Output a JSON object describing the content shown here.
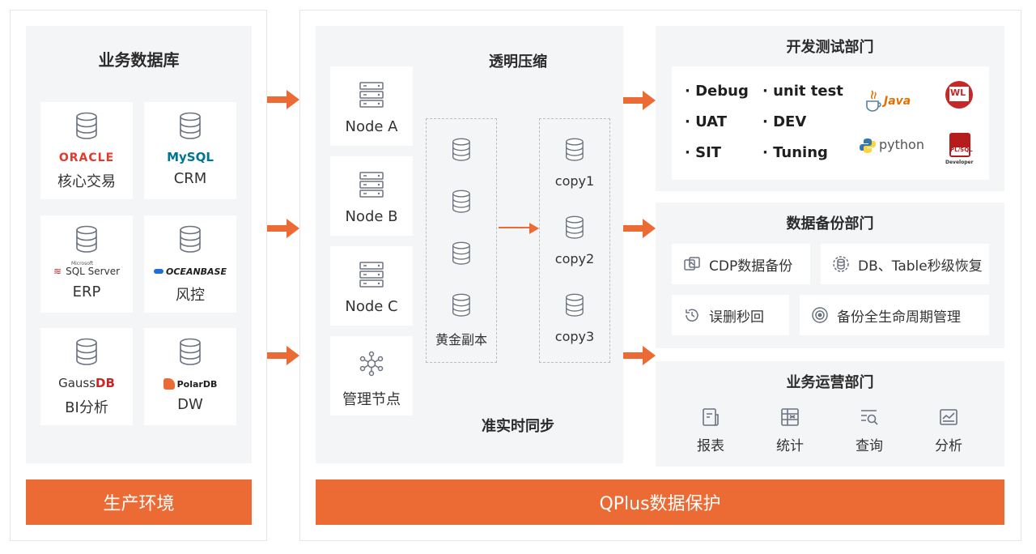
{
  "left": {
    "title": "业务数据库",
    "footer": "生产环境",
    "dbs": [
      {
        "brand": "ORACLE",
        "label": "核心交易"
      },
      {
        "brand": "MySQL",
        "label": "CRM"
      },
      {
        "brand_small": "Microsoft",
        "brand": "SQL Server",
        "label": "ERP"
      },
      {
        "brand": "OCEANBASE",
        "label": "风控"
      },
      {
        "brand_a": "Gauss",
        "brand_b": "DB",
        "label": "BI分析"
      },
      {
        "brand": "PolarDB",
        "label": "DW"
      }
    ]
  },
  "middle": {
    "footer": "QPlus数据保护",
    "compress_title": "透明压缩",
    "sync_title": "准实时同步",
    "nodes": [
      "Node A",
      "Node B",
      "Node C"
    ],
    "mgmt": "管理节点",
    "golden": "黄金副本",
    "copies": [
      "copy1",
      "copy2",
      "copy3"
    ]
  },
  "right": {
    "dev": {
      "title": "开发测试部门",
      "items": [
        "· Debug",
        "· unit  test",
        "· UAT",
        "· DEV",
        "· SIT",
        "· Tuning"
      ],
      "logos": {
        "java": "Java",
        "python": "python",
        "wl": "WL",
        "plsql": "PL/SQL",
        "plsql_sub": "Developer"
      }
    },
    "backup": {
      "title": "数据备份部门",
      "features": [
        "CDP数据备份",
        "DB、Table秒级恢复",
        "误删秒回",
        "备份全生命周期管理"
      ]
    },
    "ops": {
      "title": "业务运营部门",
      "items": [
        "报表",
        "统计",
        "查询",
        "分析"
      ]
    }
  },
  "colors": {
    "accent": "#ec6b34",
    "panel": "#f4f5f7",
    "icon": "#6b7280"
  }
}
